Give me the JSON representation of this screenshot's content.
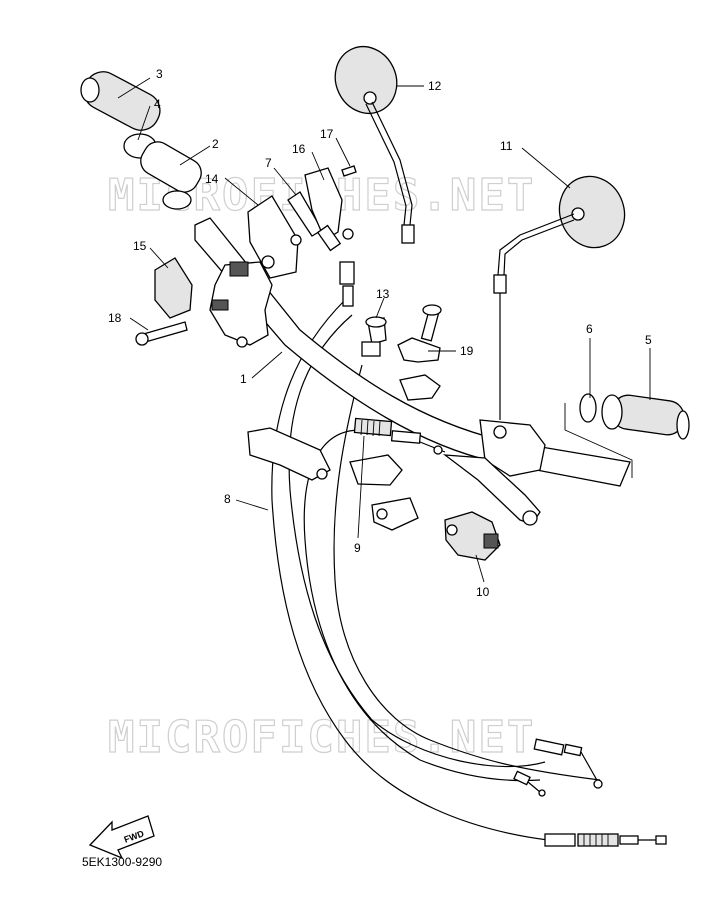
{
  "watermark": "MICROFICHES.NET",
  "diagram_code": "5EK1300-9290",
  "fwd_label": "FWD",
  "callouts": [
    {
      "id": "1",
      "label": "1"
    },
    {
      "id": "2",
      "label": "2"
    },
    {
      "id": "3",
      "label": "3"
    },
    {
      "id": "4",
      "label": "4"
    },
    {
      "id": "5",
      "label": "5"
    },
    {
      "id": "6",
      "label": "6"
    },
    {
      "id": "7",
      "label": "7"
    },
    {
      "id": "8",
      "label": "8"
    },
    {
      "id": "9",
      "label": "9"
    },
    {
      "id": "10",
      "label": "10"
    },
    {
      "id": "11",
      "label": "11"
    },
    {
      "id": "12",
      "label": "12"
    },
    {
      "id": "13",
      "label": "13"
    },
    {
      "id": "14",
      "label": "14"
    },
    {
      "id": "15",
      "label": "15"
    },
    {
      "id": "16",
      "label": "16"
    },
    {
      "id": "17",
      "label": "17"
    },
    {
      "id": "18",
      "label": "18"
    },
    {
      "id": "19",
      "label": "19"
    }
  ]
}
